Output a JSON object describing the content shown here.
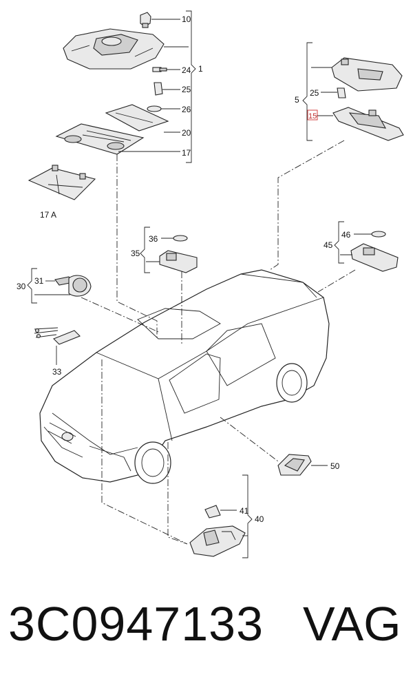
{
  "diagram": {
    "labels": {
      "l10": "10",
      "l24": "24",
      "l1": "1",
      "l25a": "25",
      "l26": "26",
      "l20": "20",
      "l17": "17",
      "l17a": "17 A",
      "l5": "5",
      "l25b": "25",
      "l15": "15",
      "l36": "36",
      "l35": "35",
      "l46": "46",
      "l45": "45",
      "l31": "31",
      "l30": "30",
      "l33": "33",
      "l50": "50",
      "l41": "41",
      "l40": "40"
    },
    "highlight_color": "#c02a2a"
  },
  "caption": {
    "part_number": "3C0947133",
    "brand": "VAG"
  }
}
